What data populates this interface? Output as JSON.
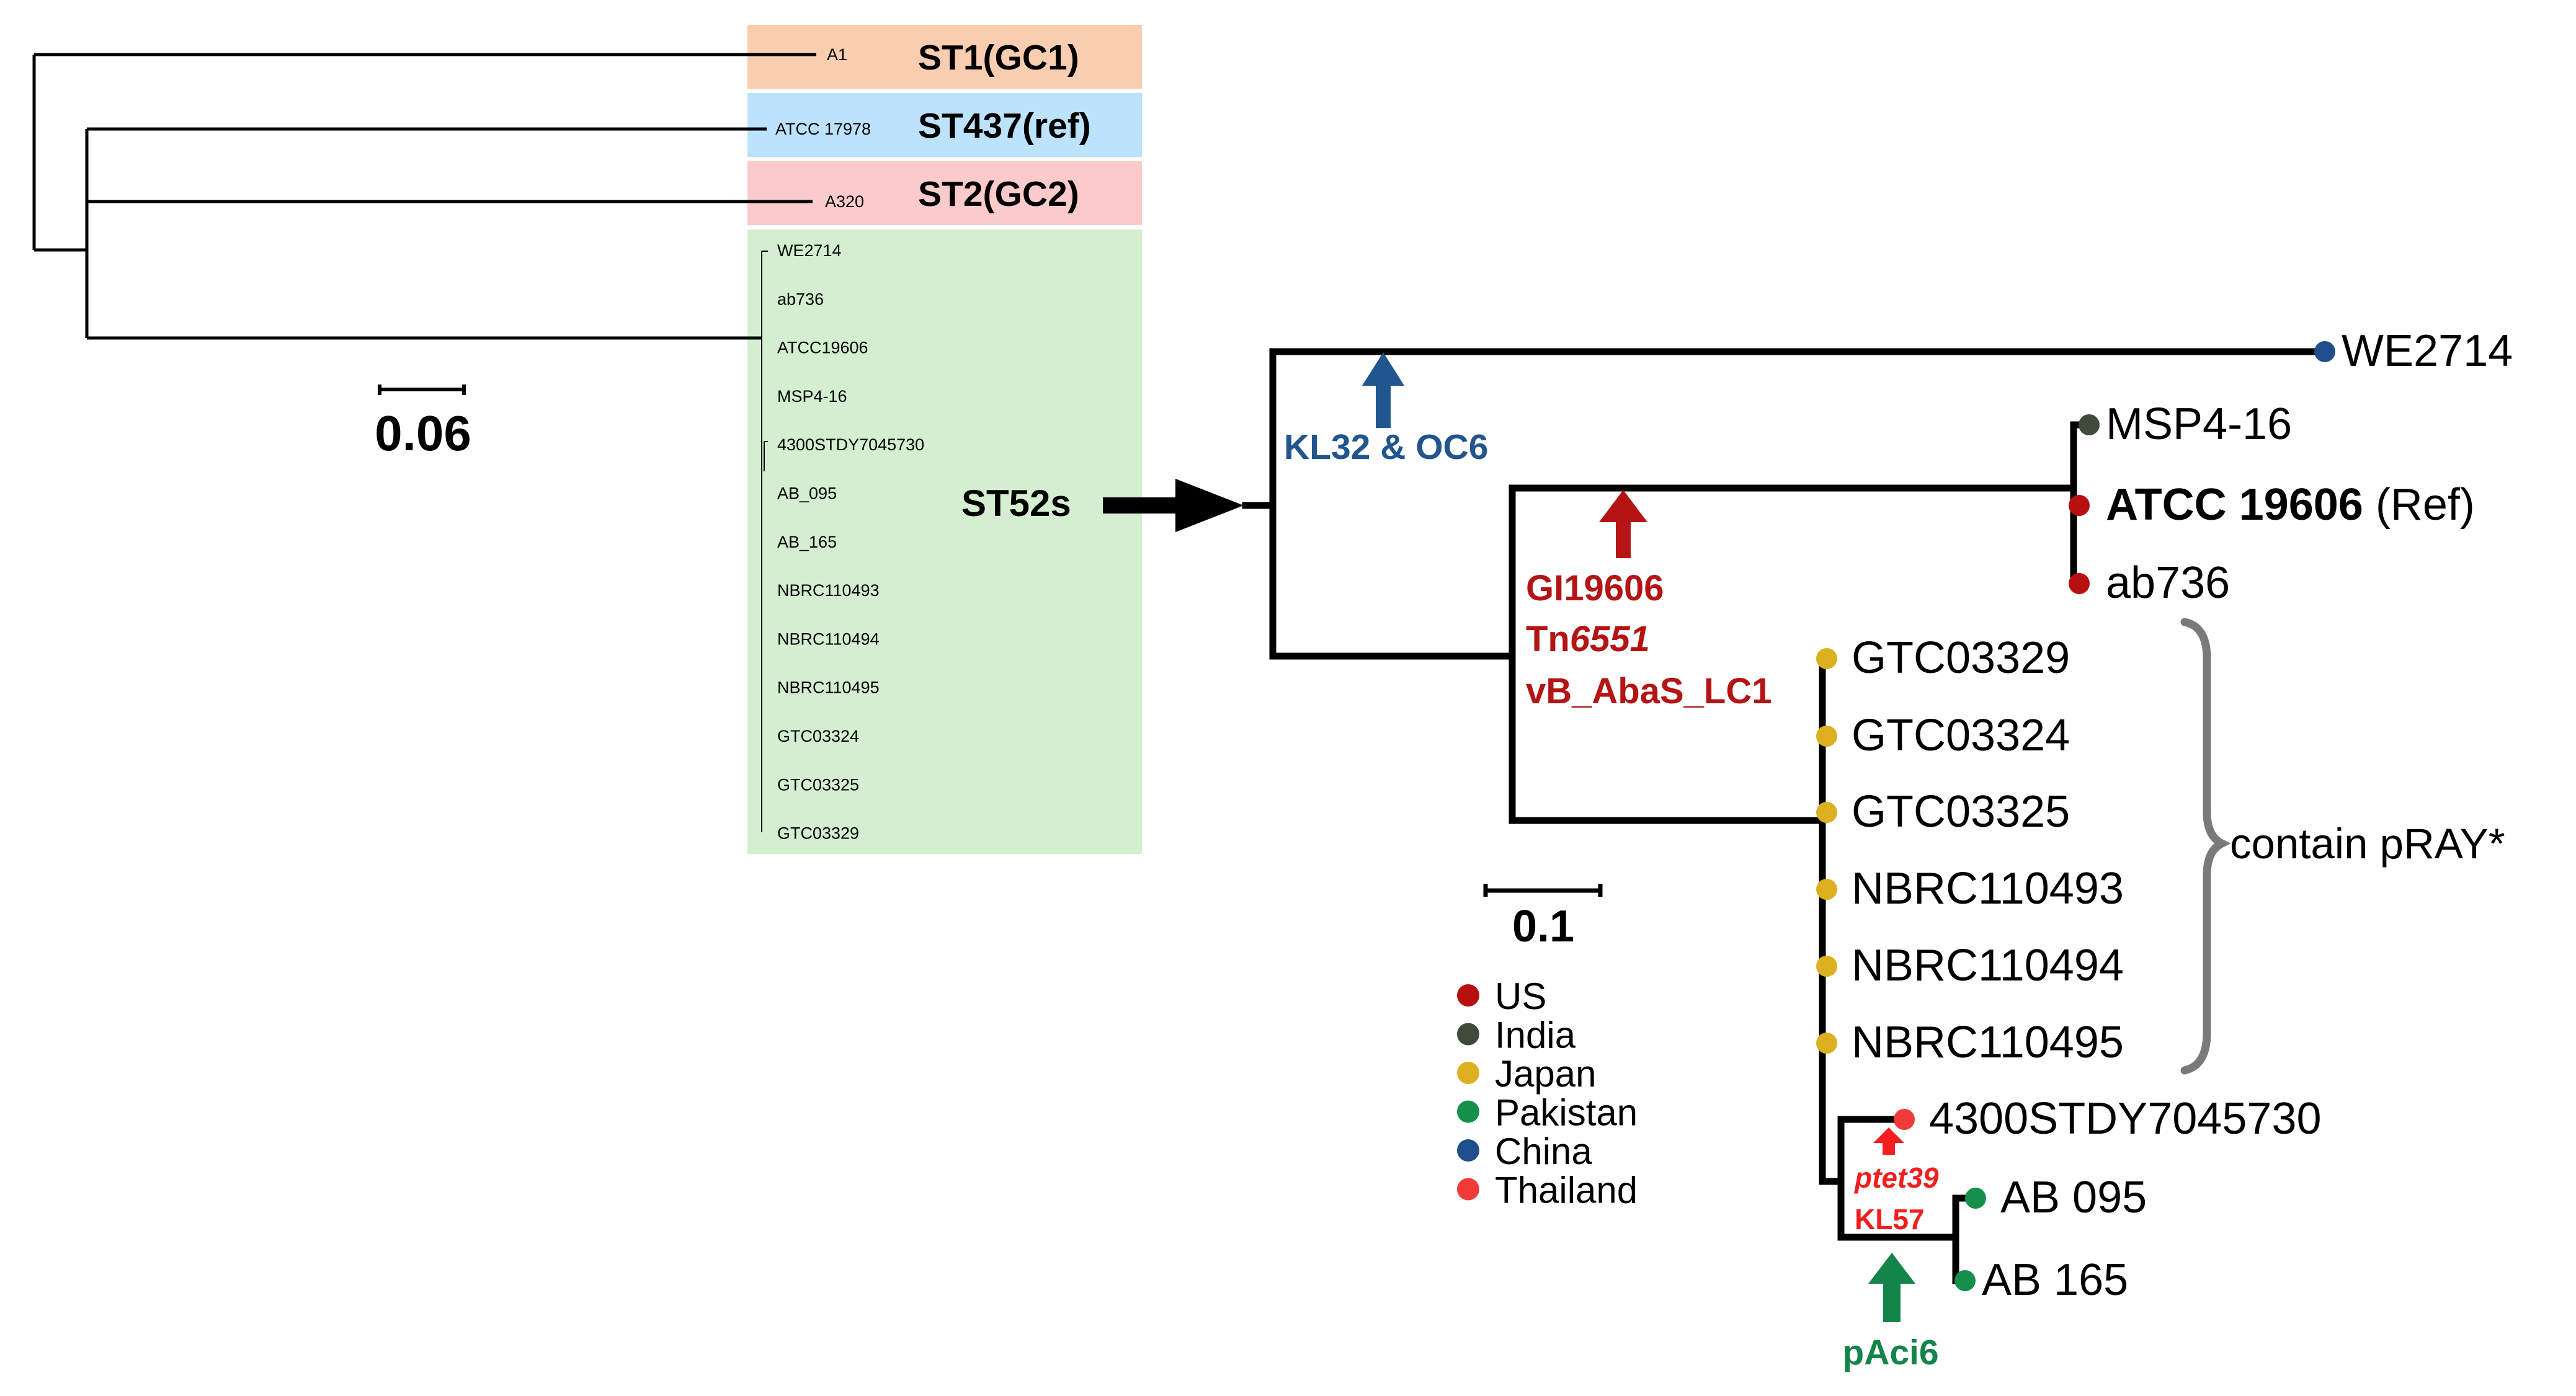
{
  "overview_tree": {
    "groups": [
      {
        "taxon": "A1",
        "label": "ST1(GC1)",
        "color": "#f9cdb0"
      },
      {
        "taxon": "ATCC 17978",
        "label": "ST437(ref)",
        "color": "#bde2fb"
      },
      {
        "taxon": "A320",
        "label": "ST2(GC2)",
        "color": "#fbcbcb"
      }
    ],
    "st52_color": "#d3efd0",
    "st52_taxa": [
      "WE2714",
      "ab736",
      "ATCC19606",
      "MSP4-16",
      "4300STDY7045730",
      "AB_095",
      "AB_165",
      "NBRC110493",
      "NBRC110494",
      "NBRC110495",
      "GTC03324",
      "GTC03325",
      "GTC03329"
    ],
    "scale": "0.06",
    "arrow_label": "ST52s"
  },
  "detail_tree": {
    "scale": "0.1",
    "tips": [
      {
        "label": "WE2714",
        "country": "China"
      },
      {
        "label": "MSP4-16",
        "country": "India"
      },
      {
        "label": "ATCC 19606",
        "suffix": " (Ref)",
        "country": "US"
      },
      {
        "label": "ab736",
        "country": "US"
      },
      {
        "label": "GTC03329",
        "country": "Japan"
      },
      {
        "label": "GTC03324",
        "country": "Japan"
      },
      {
        "label": "GTC03325",
        "country": "Japan"
      },
      {
        "label": "NBRC110493",
        "country": "Japan"
      },
      {
        "label": "NBRC110494",
        "country": "Japan"
      },
      {
        "label": "NBRC110495",
        "country": "Japan"
      },
      {
        "label": "4300STDY7045730",
        "country": "Thailand"
      },
      {
        "label": "AB 095",
        "country": "Pakistan"
      },
      {
        "label": "AB 165",
        "country": "Pakistan"
      }
    ],
    "events": {
      "china": "KL32 & OC6",
      "us": [
        "GI19606",
        "Tn",
        "6551",
        "vB_AbaS_LC1"
      ],
      "thailand_italic": "ptet39",
      "thailand": "KL57",
      "pakistan": "pAci6"
    },
    "brace_label": "contain pRAY*"
  },
  "legend": [
    {
      "country": "US",
      "color": "#b80f0f"
    },
    {
      "country": "India",
      "color": "#3f4a3a"
    },
    {
      "country": "Japan",
      "color": "#dcb020"
    },
    {
      "country": "Pakistan",
      "color": "#14904a"
    },
    {
      "country": "China",
      "color": "#1e4f8c"
    },
    {
      "country": "Thailand",
      "color": "#f23a3a"
    }
  ],
  "colors": {
    "event_blue": "#20558e",
    "event_red": "#b41414",
    "event_bright_red": "#f41e1e",
    "event_green": "#14854a",
    "brace": "#7a7a7a"
  }
}
